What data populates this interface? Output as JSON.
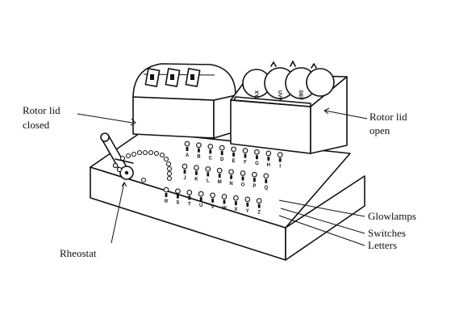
{
  "labels": {
    "rotor_lid_closed": [
      "Rotor lid",
      "closed"
    ],
    "rotor_lid_open": [
      "Rotor lid",
      "open"
    ],
    "glowlamps": "Glowlamps",
    "switches": "Switches",
    "letters": "Letters",
    "rheostat": "Rheostat"
  },
  "letter_rows": [
    [
      "A",
      "B",
      "C",
      "D",
      "E",
      "F",
      "G",
      "H",
      "I"
    ],
    [
      "J",
      "K",
      "L",
      "M",
      "N",
      "O",
      "P",
      "Q"
    ],
    [
      "R",
      "S",
      "T",
      "U",
      "V",
      "W",
      "X",
      "Y",
      "Z"
    ]
  ]
}
